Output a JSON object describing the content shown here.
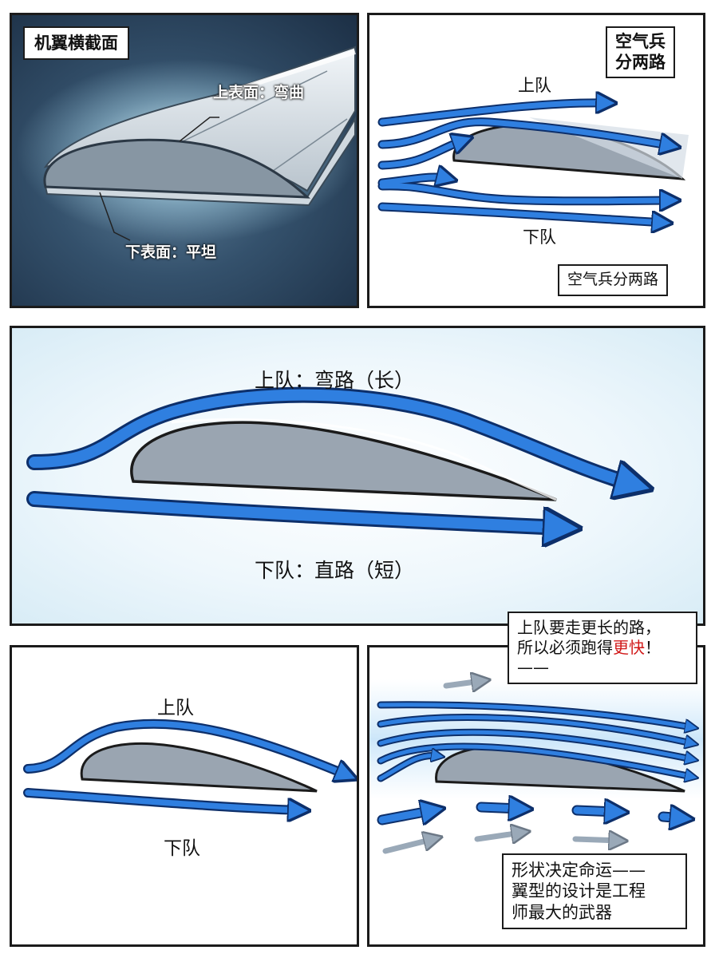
{
  "panel1": {
    "caption": "机翼横截面",
    "upper_label": "上表面：弯曲",
    "lower_label": "下表面：平坦"
  },
  "panel2": {
    "caption_top_line1": "空气兵",
    "caption_top_line2": "分两路",
    "upper_label": "上队",
    "lower_label": "下队",
    "caption_bottom": "空气兵分两路"
  },
  "panel3": {
    "upper_label": "上队：弯路（长）",
    "lower_label": "下队：直路（短）"
  },
  "panel4": {
    "upper_label": "上队",
    "lower_label": "下队"
  },
  "panel5": {
    "caption_line1": "上队要走更长的路，",
    "caption_line2_prefix": "所以必须跑得",
    "caption_line2_emphasis": "更快",
    "caption_line2_suffix": "！",
    "caption_line3": "——",
    "bottom_line1": "形状决定命运——",
    "bottom_line2": "翼型的设计是工程",
    "bottom_line3": "师最大的武器"
  },
  "colors": {
    "arrow_blue": "#2f7fe0",
    "arrow_outline": "#0d2f6a",
    "wing_gray": "#9aa5b1",
    "emphasis_red": "#d11a1a"
  }
}
